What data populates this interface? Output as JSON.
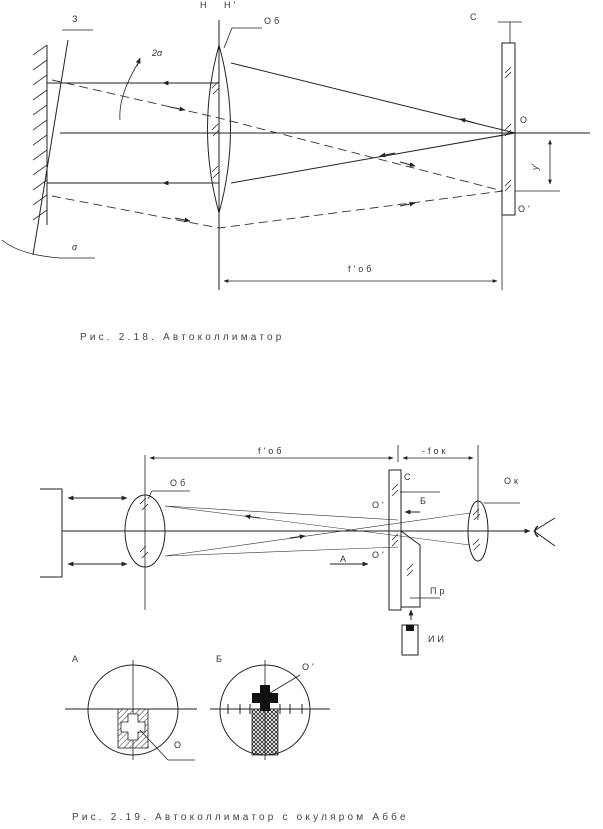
{
  "figure1": {
    "label_mirror": "З",
    "label_principal_H": "Н",
    "label_principal_H2": "Н'",
    "label_objective": "Об",
    "label_reticle": "С",
    "label_point_O": "О",
    "label_point_O2": "О'",
    "label_y": "у'",
    "label_2alpha": "2α",
    "label_alpha": "α",
    "label_focal": "f'об",
    "caption": "Рис. 2.18. Автоколлиматор"
  },
  "figure2": {
    "label_focal_obj": "f'об",
    "label_focal_ep": "-fок",
    "label_objective": "Об",
    "label_reticle": "С",
    "label_eyepiece": "Ок",
    "label_point_O2": "О'",
    "label_point_O2b": "О'",
    "label_B": "Б",
    "label_A": "А",
    "label_prism": "Пр",
    "label_source": "ИИ",
    "inset_A": "А",
    "inset_B": "Б",
    "inset_O": "О",
    "inset_O2": "О'",
    "caption": "Рис. 2.19. Автоколлиматор с окуляром Аббе"
  }
}
